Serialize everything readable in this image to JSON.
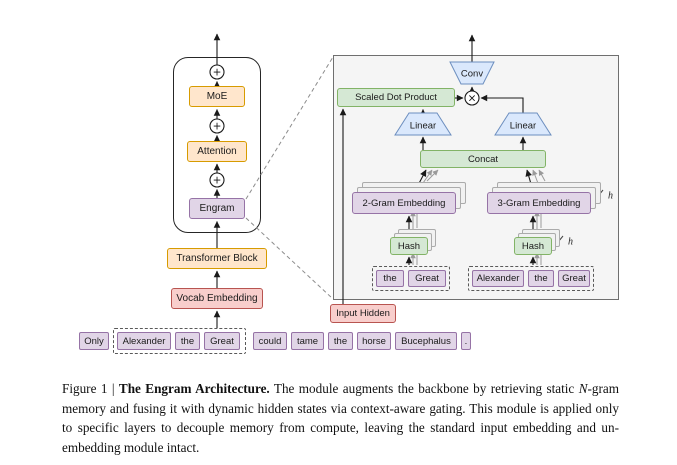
{
  "colors": {
    "pink_fill": "#f8cecc",
    "pink_border": "#b85450",
    "orange_fill": "#ffe6cc",
    "orange_border": "#d79b00",
    "purple_fill": "#e1d5e7",
    "purple_border": "#9673a6",
    "green_fill": "#d5e8d4",
    "green_border": "#82b366",
    "blue_fill": "#dae8fc",
    "blue_border": "#6c8ebf",
    "panel_fill": "#f5f5f5"
  },
  "backbone": {
    "moe_label": "MoE",
    "attention_label": "Attention",
    "engram_label": "Engram",
    "transformer_label": "Transformer Block",
    "vocab_label": "Vocab Embedding",
    "add_symbol": "+"
  },
  "sentence_tokens": [
    "Only",
    "Alexander",
    "the",
    "Great",
    "could",
    "tame",
    "the",
    "horse",
    "Bucephalus",
    "."
  ],
  "detail": {
    "conv_label": "Conv",
    "sdp_label": "Scaled Dot Product",
    "linear_left_label": "Linear",
    "linear_right_label": "Linear",
    "concat_label": "Concat",
    "two_gram_label": "2-Gram Embedding",
    "three_gram_label": "3-Gram Embedding",
    "hash_left_label": "Hash",
    "hash_right_label": "Hash",
    "h_embedding": "h",
    "h_hash": "h",
    "multiply_symbol": "×",
    "input_hidden_label": "Input Hidden",
    "left_tokens": [
      "the",
      "Great"
    ],
    "right_tokens": [
      "Alexander",
      "the",
      "Great"
    ]
  },
  "caption": {
    "prefix": "Figure 1 | ",
    "bold": "The Engram Architecture.",
    "body1": " The module augments the backbone by retrieving static ",
    "italic": "N",
    "body2": "-gram memory and fusing it with dynamic hidden states via context-aware gating. This module is applied only to specific layers to decouple memory from compute, leaving the standard input embedding and un-embedding module intact."
  }
}
